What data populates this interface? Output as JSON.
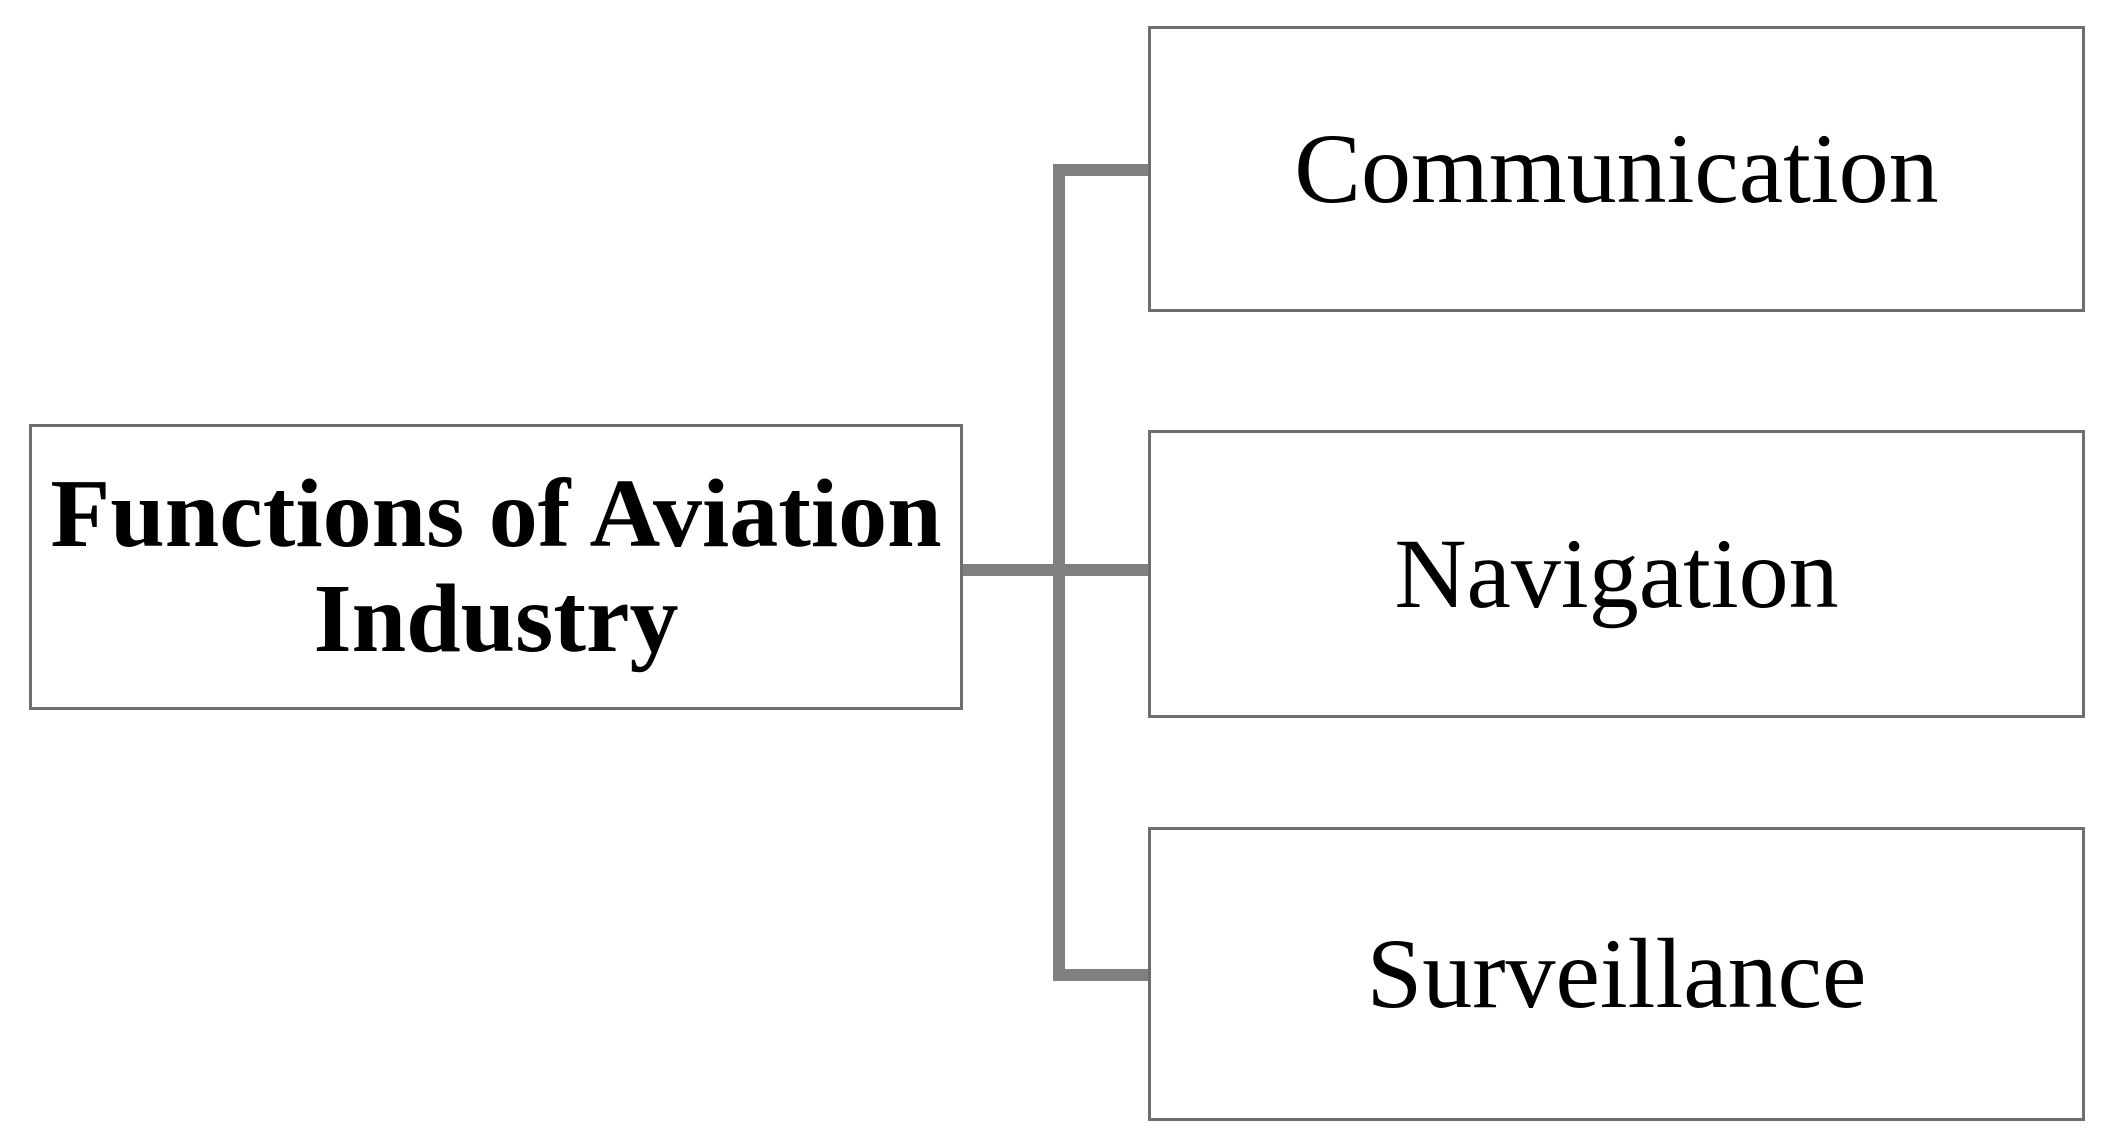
{
  "diagram": {
    "title": "Functions of Aviation Industry",
    "root": {
      "label": "Functions of Aviation Industry",
      "lines": [
        "Functions of Aviation",
        "Industry"
      ]
    },
    "children": [
      {
        "label": "Communication"
      },
      {
        "label": "Navigation"
      },
      {
        "label": "Surveillance"
      }
    ]
  },
  "colors": {
    "bg": "#ffffff",
    "box_fill": "#ffffff",
    "box_border": "#6e6e6e",
    "connector": "#808080",
    "text": "#000000"
  }
}
